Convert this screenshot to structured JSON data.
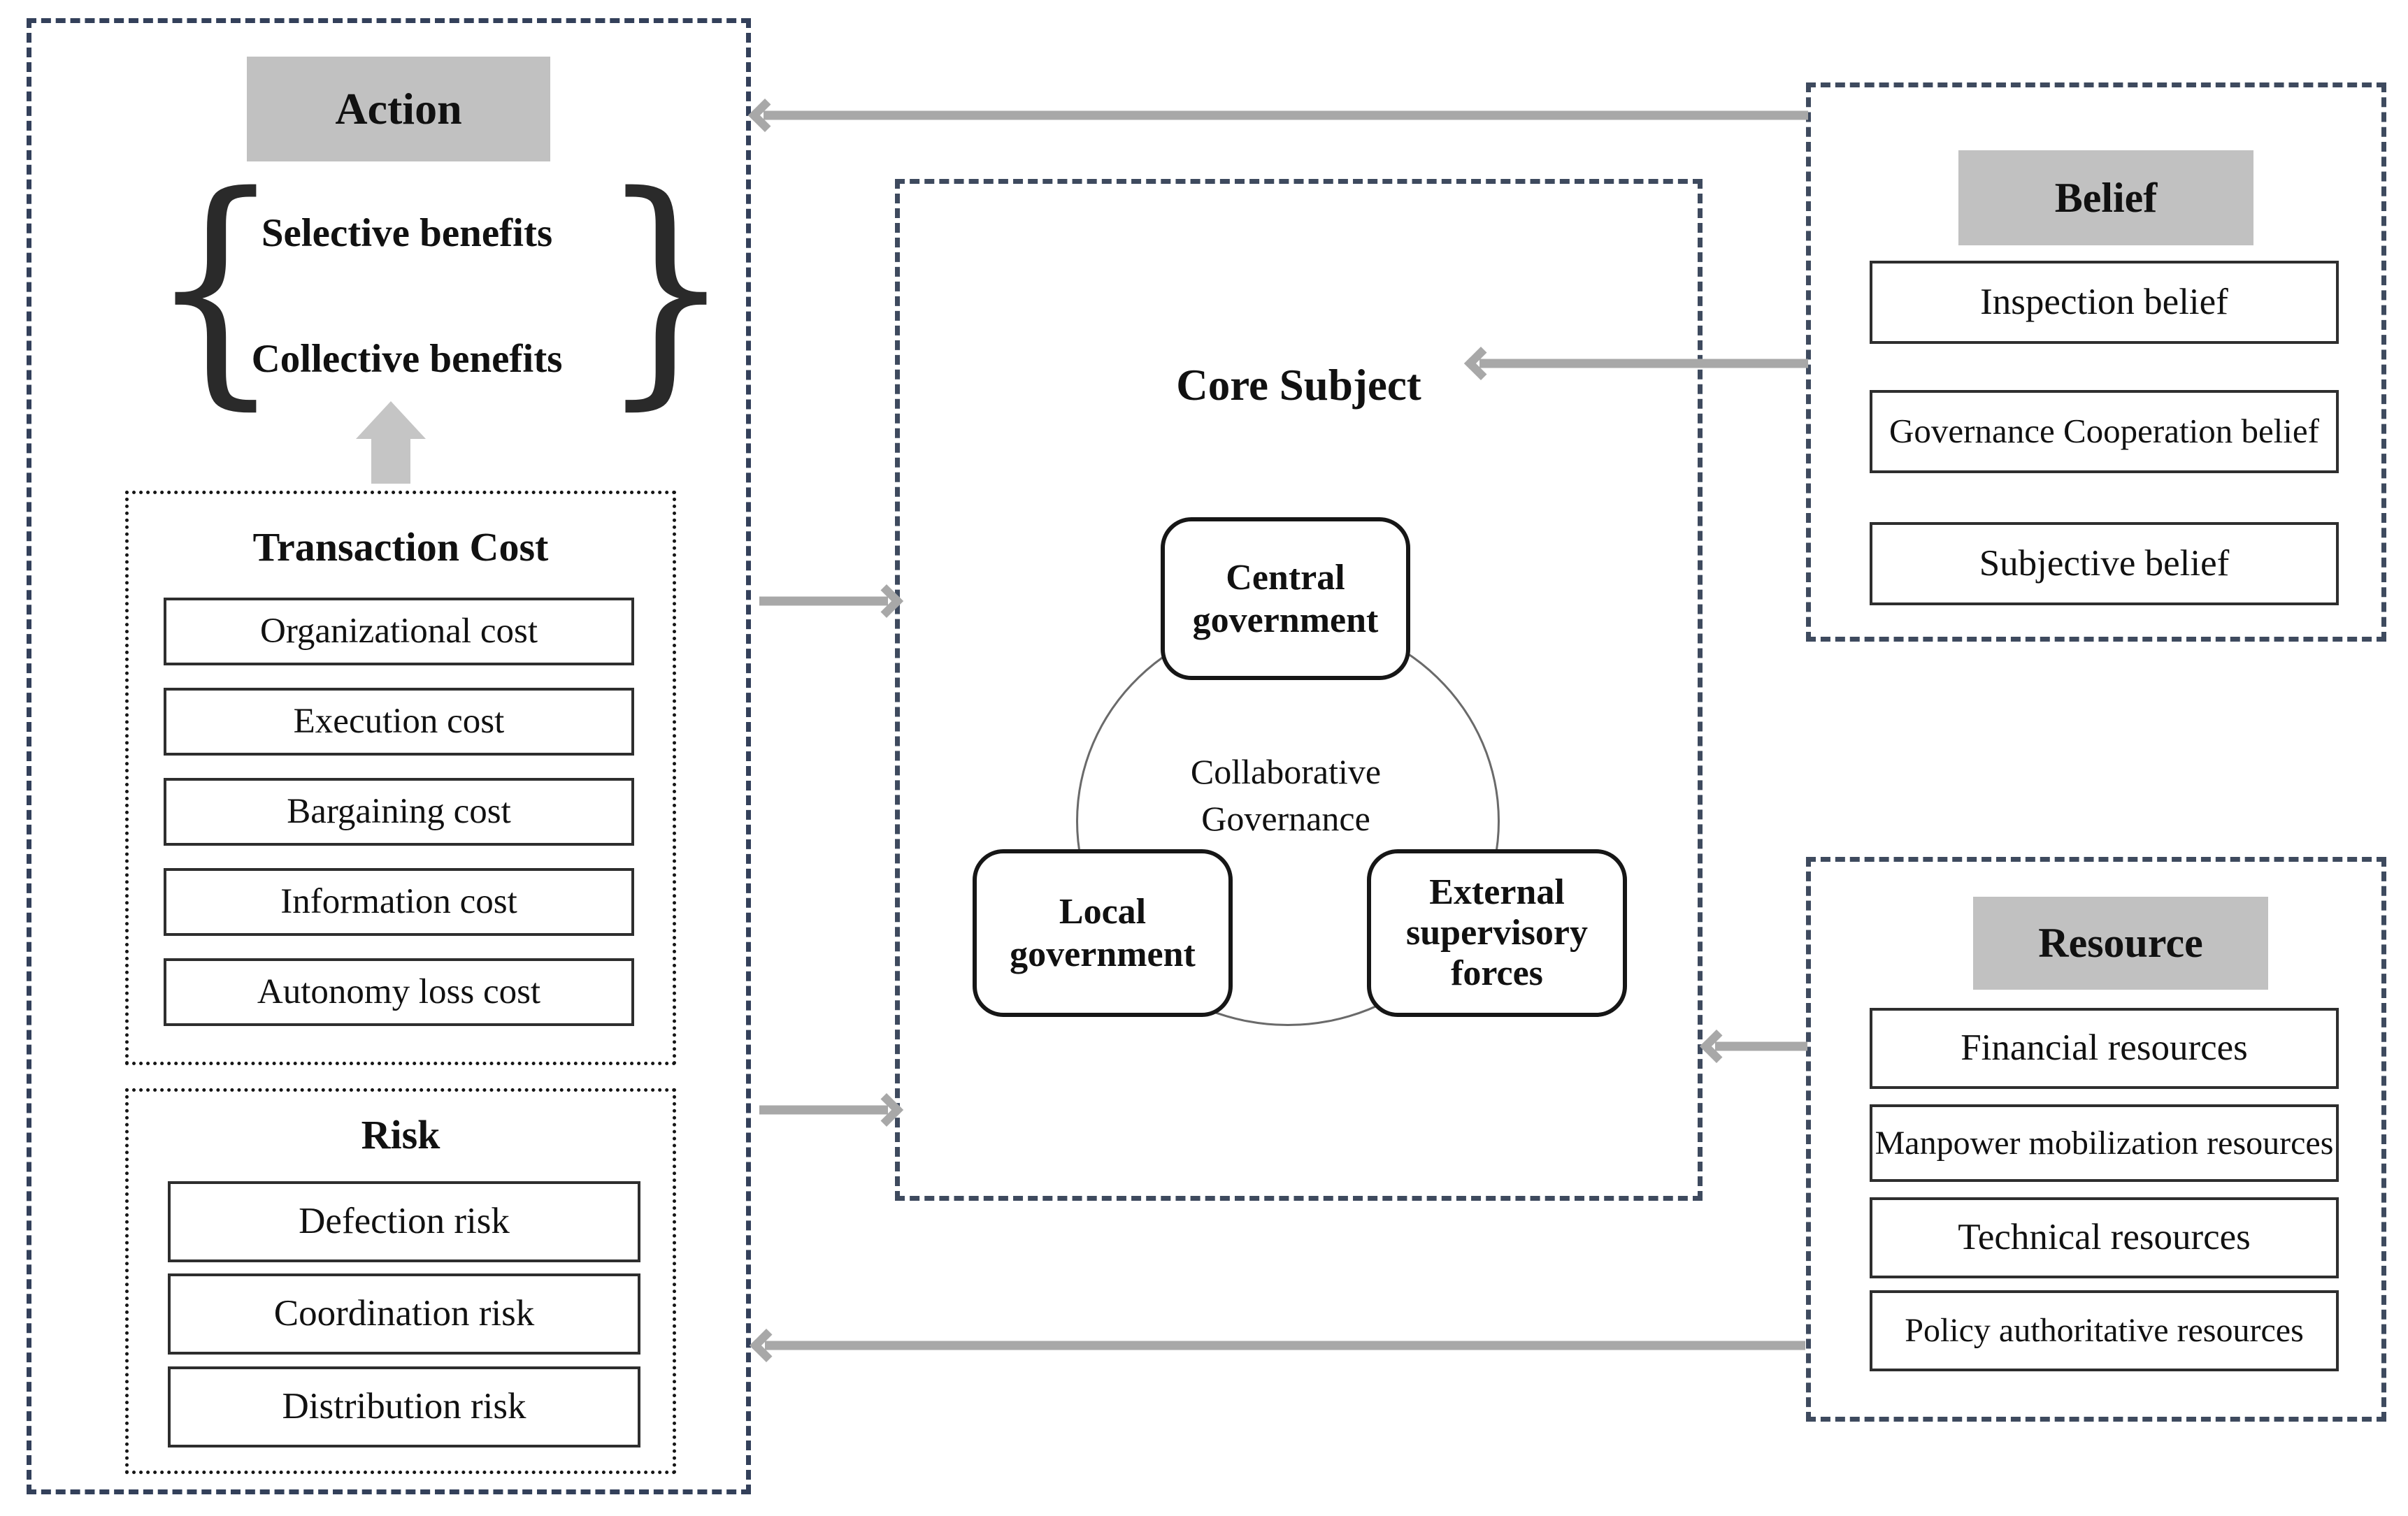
{
  "action": {
    "title": "Action",
    "benefits": [
      "Selective benefits",
      "Collective benefits"
    ],
    "transaction_cost": {
      "title": "Transaction Cost",
      "items": [
        "Organizational cost",
        "Execution cost",
        "Bargaining cost",
        "Information cost",
        "Autonomy loss cost"
      ]
    },
    "risk": {
      "title": "Risk",
      "items": [
        "Defection risk",
        "Coordination risk",
        "Distribution risk"
      ]
    }
  },
  "core_subject": {
    "title": "Core Subject",
    "center_line1": "Collaborative",
    "center_line2": "Governance",
    "nodes": [
      "Central government",
      "Local government",
      "External supervisory forces"
    ]
  },
  "belief": {
    "title": "Belief",
    "items": [
      "Inspection belief",
      "Governance Cooperation belief",
      "Subjective belief"
    ]
  },
  "resource": {
    "title": "Resource",
    "items": [
      "Financial resources",
      "Manpower mobilization resources",
      "Technical resources",
      "Policy authoritative resources"
    ]
  },
  "colors": {
    "header_bg": "#c1c1c1",
    "arrow_gray": "#a8a8a8",
    "up_arrow_gray": "#c5c5c5",
    "action_border": "#33405a",
    "inner_dash_border": "#3e4a5e"
  }
}
